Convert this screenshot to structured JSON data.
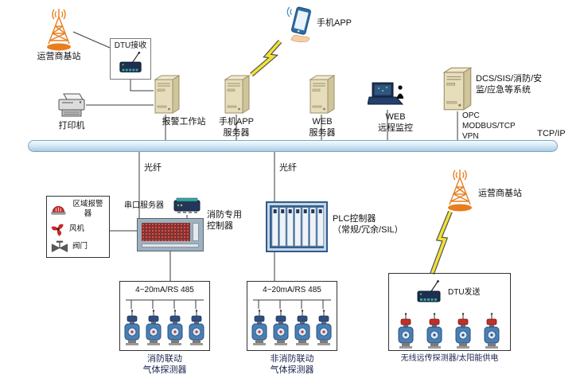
{
  "colors": {
    "antenna_orange": "#e87d1e",
    "lightning_yellow": "#f2e234",
    "bus_blue": "#cfe4f2",
    "detector_body_blue": "#4a7fb5",
    "detector_cap_red": "#c03028",
    "led_matrix_red": "#ff5040",
    "server_beige": "#e6ddbc"
  },
  "bus": {
    "label": "TCP/IP"
  },
  "links": {
    "fiber": "光纤",
    "opc": "OPC",
    "modbus": "MODBUS/TCP",
    "vpn": "VPN"
  },
  "nodes": {
    "base_station": "运营商基站",
    "dtu_receive": "DTU接收",
    "dtu_send": "DTU发送",
    "printer": "打印机",
    "alarm_workstation": "报警工作站",
    "phone_app": "手机APP",
    "phone_app_server": "手机APP\n服务器",
    "web_server": "WEB\n服务器",
    "web_remote_monitor": "WEB\n远程监控",
    "dcs_system": "DCS/SIS/消防/安\n监/应急等系统",
    "area_alarm": "区域报警器",
    "fan": "风机",
    "valve": "阀门",
    "serial_server": "串口服务器",
    "fire_controller": "消防专用\n控制器",
    "plc_controller": "PLC控制器\n（常规/冗余/SIL）"
  },
  "groups": {
    "rs485_bus": "4~20mA/RS 485",
    "fire_linked": "消防联动\n气体探测器",
    "non_fire_linked": "非消防联动\n气体探测器",
    "wireless_solar": "无线远传探测器/太阳能供电"
  }
}
